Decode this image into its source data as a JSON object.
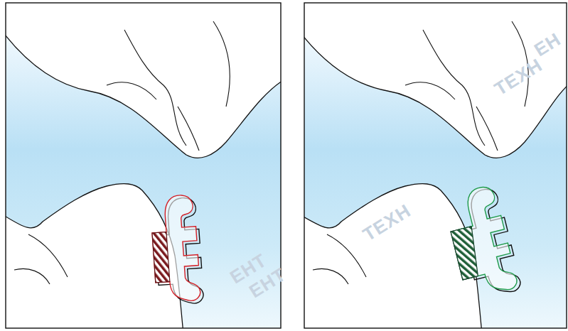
{
  "diagram": {
    "labels": [
      "EHT",
      "TEXH",
      "EHT",
      "TEXH",
      "EH"
    ]
  }
}
